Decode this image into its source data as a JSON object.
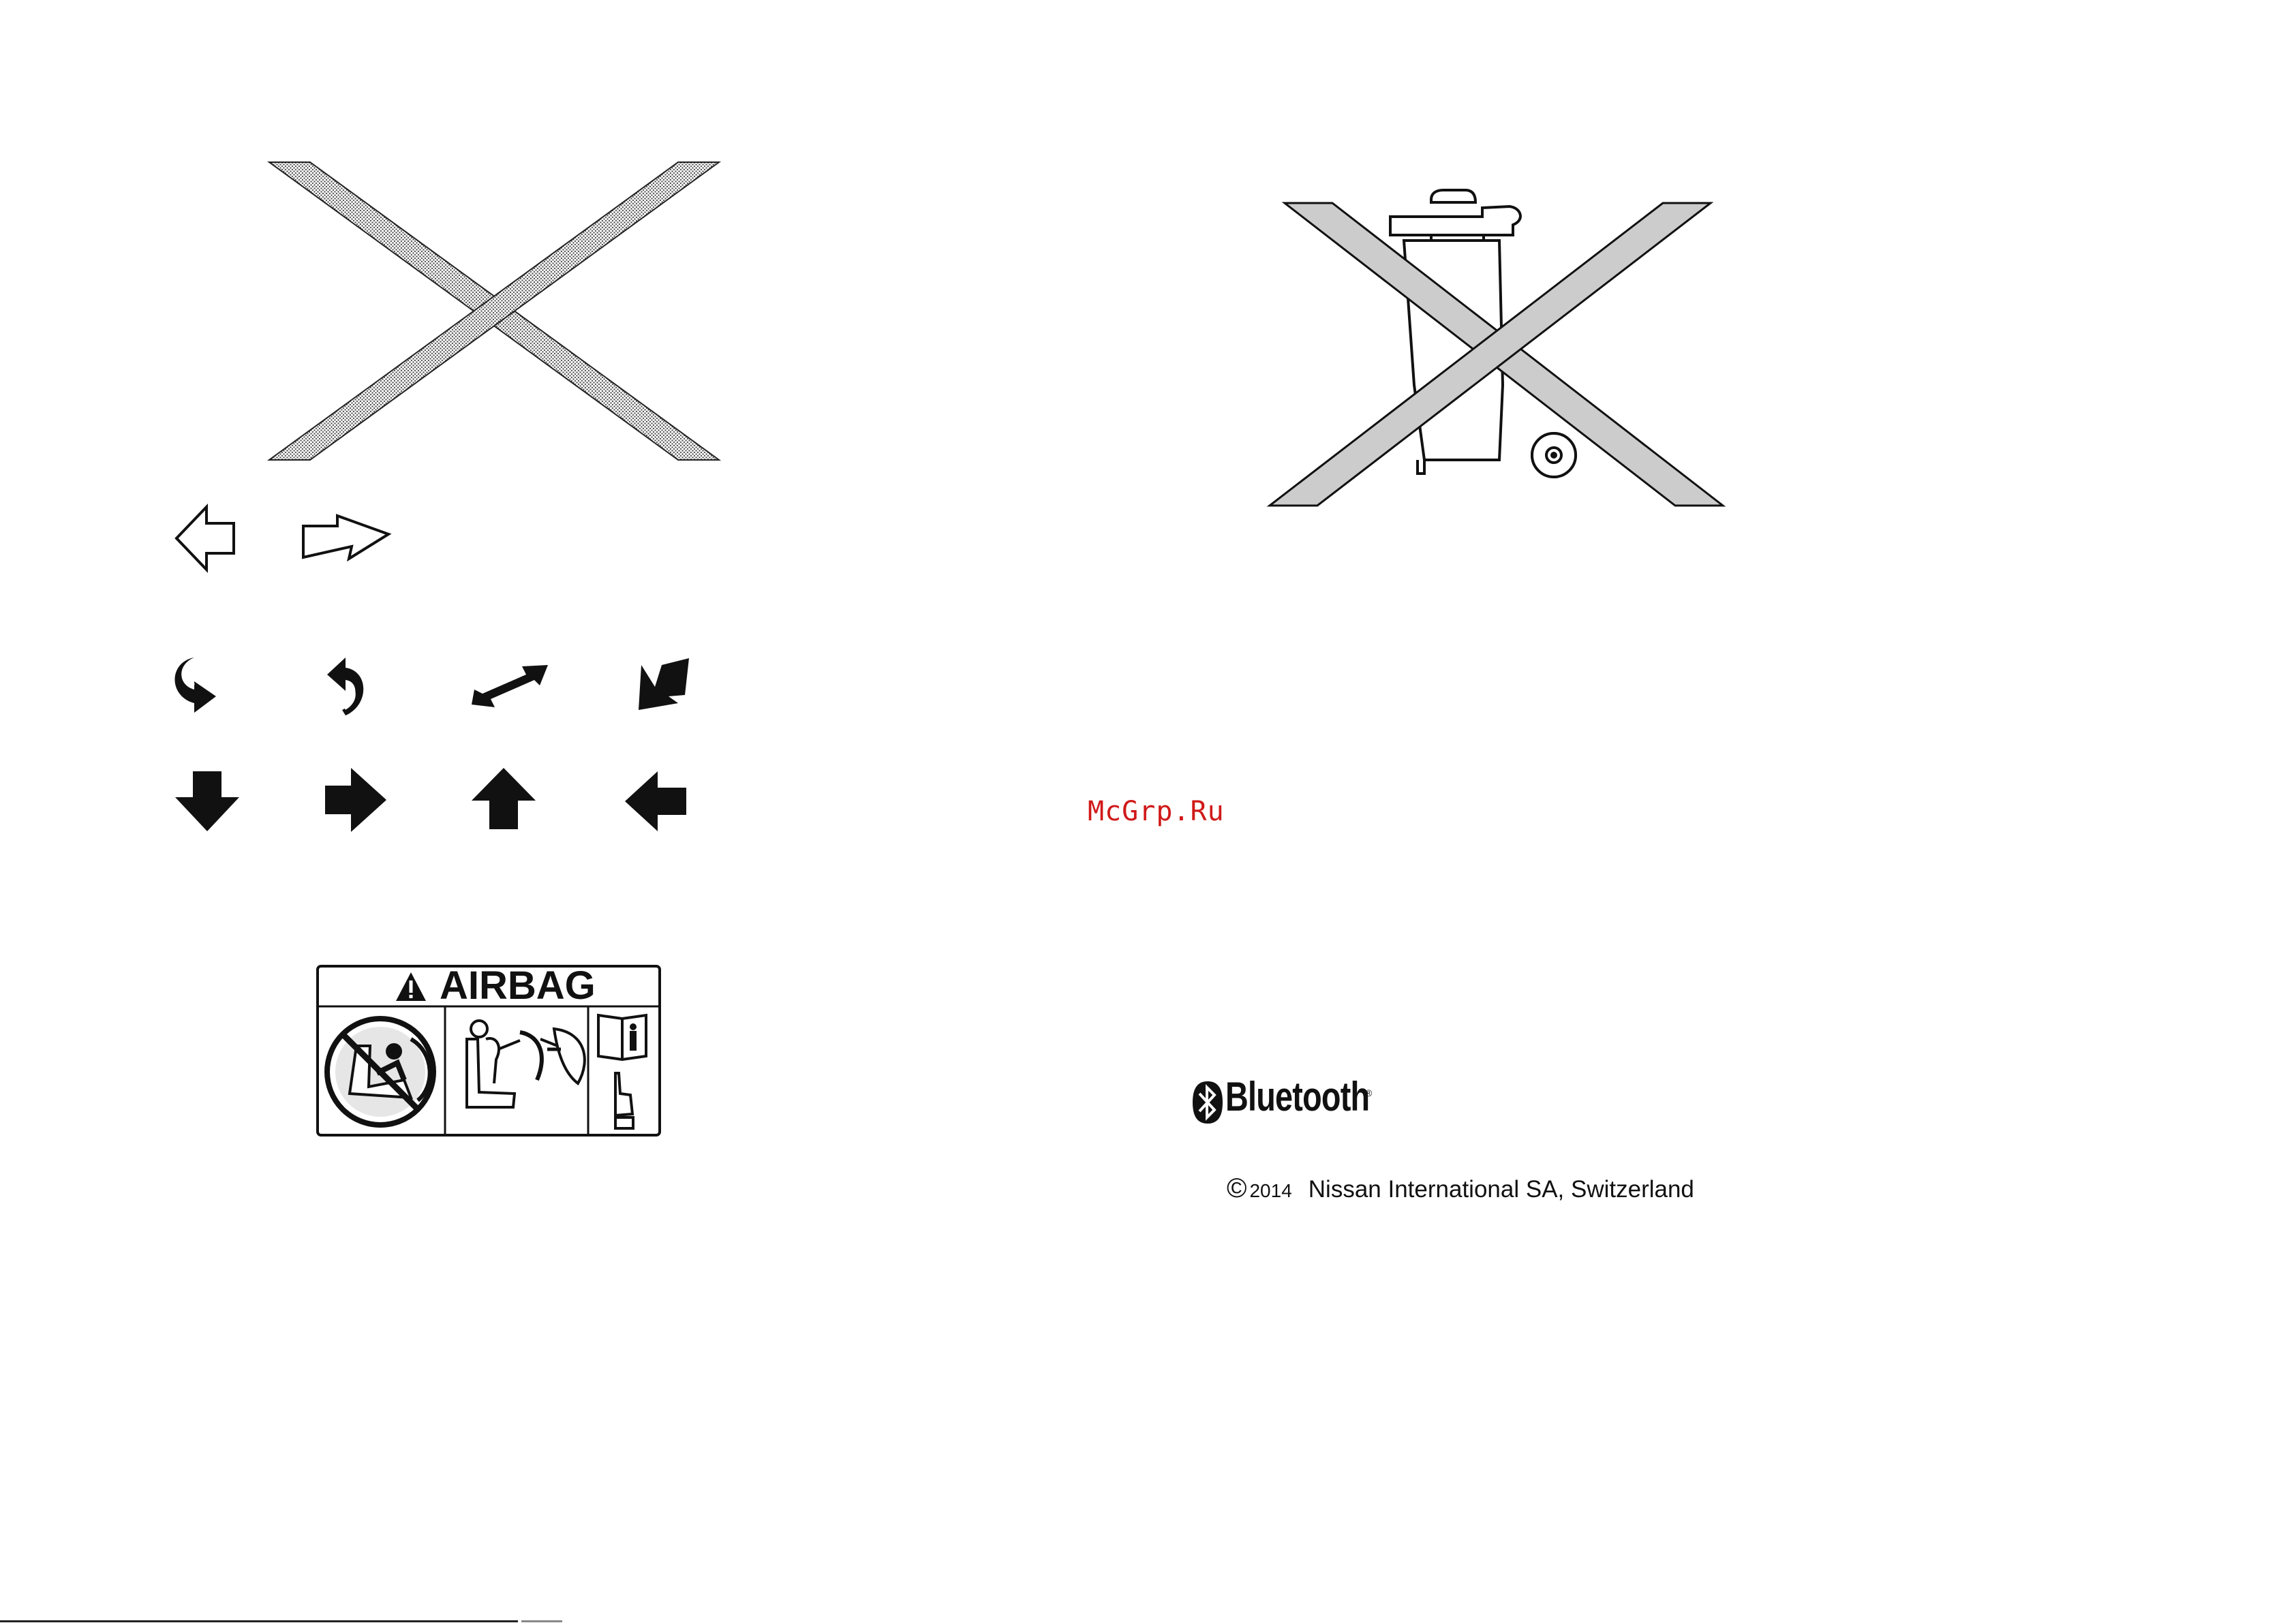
{
  "watermark": "McGrp.Ru",
  "airbag_label": {
    "title": "AIRBAG"
  },
  "bluetooth": {
    "label": "Bluetooth",
    "reg": "®"
  },
  "copyright": {
    "symbol": "©",
    "year": "2014",
    "text": "Nissan International SA, Switzerland"
  },
  "icons": {
    "large_cross": "hatched-cross-icon",
    "weee": "crossed-out-wheelie-bin-icon",
    "outline_arrows": [
      "outline-arrow-left-icon",
      "outline-arrow-down-right-icon"
    ],
    "curved_arrows": [
      "curved-arrow-down-icon",
      "curved-arrow-up-icon",
      "double-arrow-diagonal-icon",
      "arrow-down-left-icon"
    ],
    "solid_arrows": [
      "solid-arrow-down-icon",
      "solid-arrow-right-icon",
      "solid-arrow-up-icon",
      "solid-arrow-left-icon"
    ]
  }
}
